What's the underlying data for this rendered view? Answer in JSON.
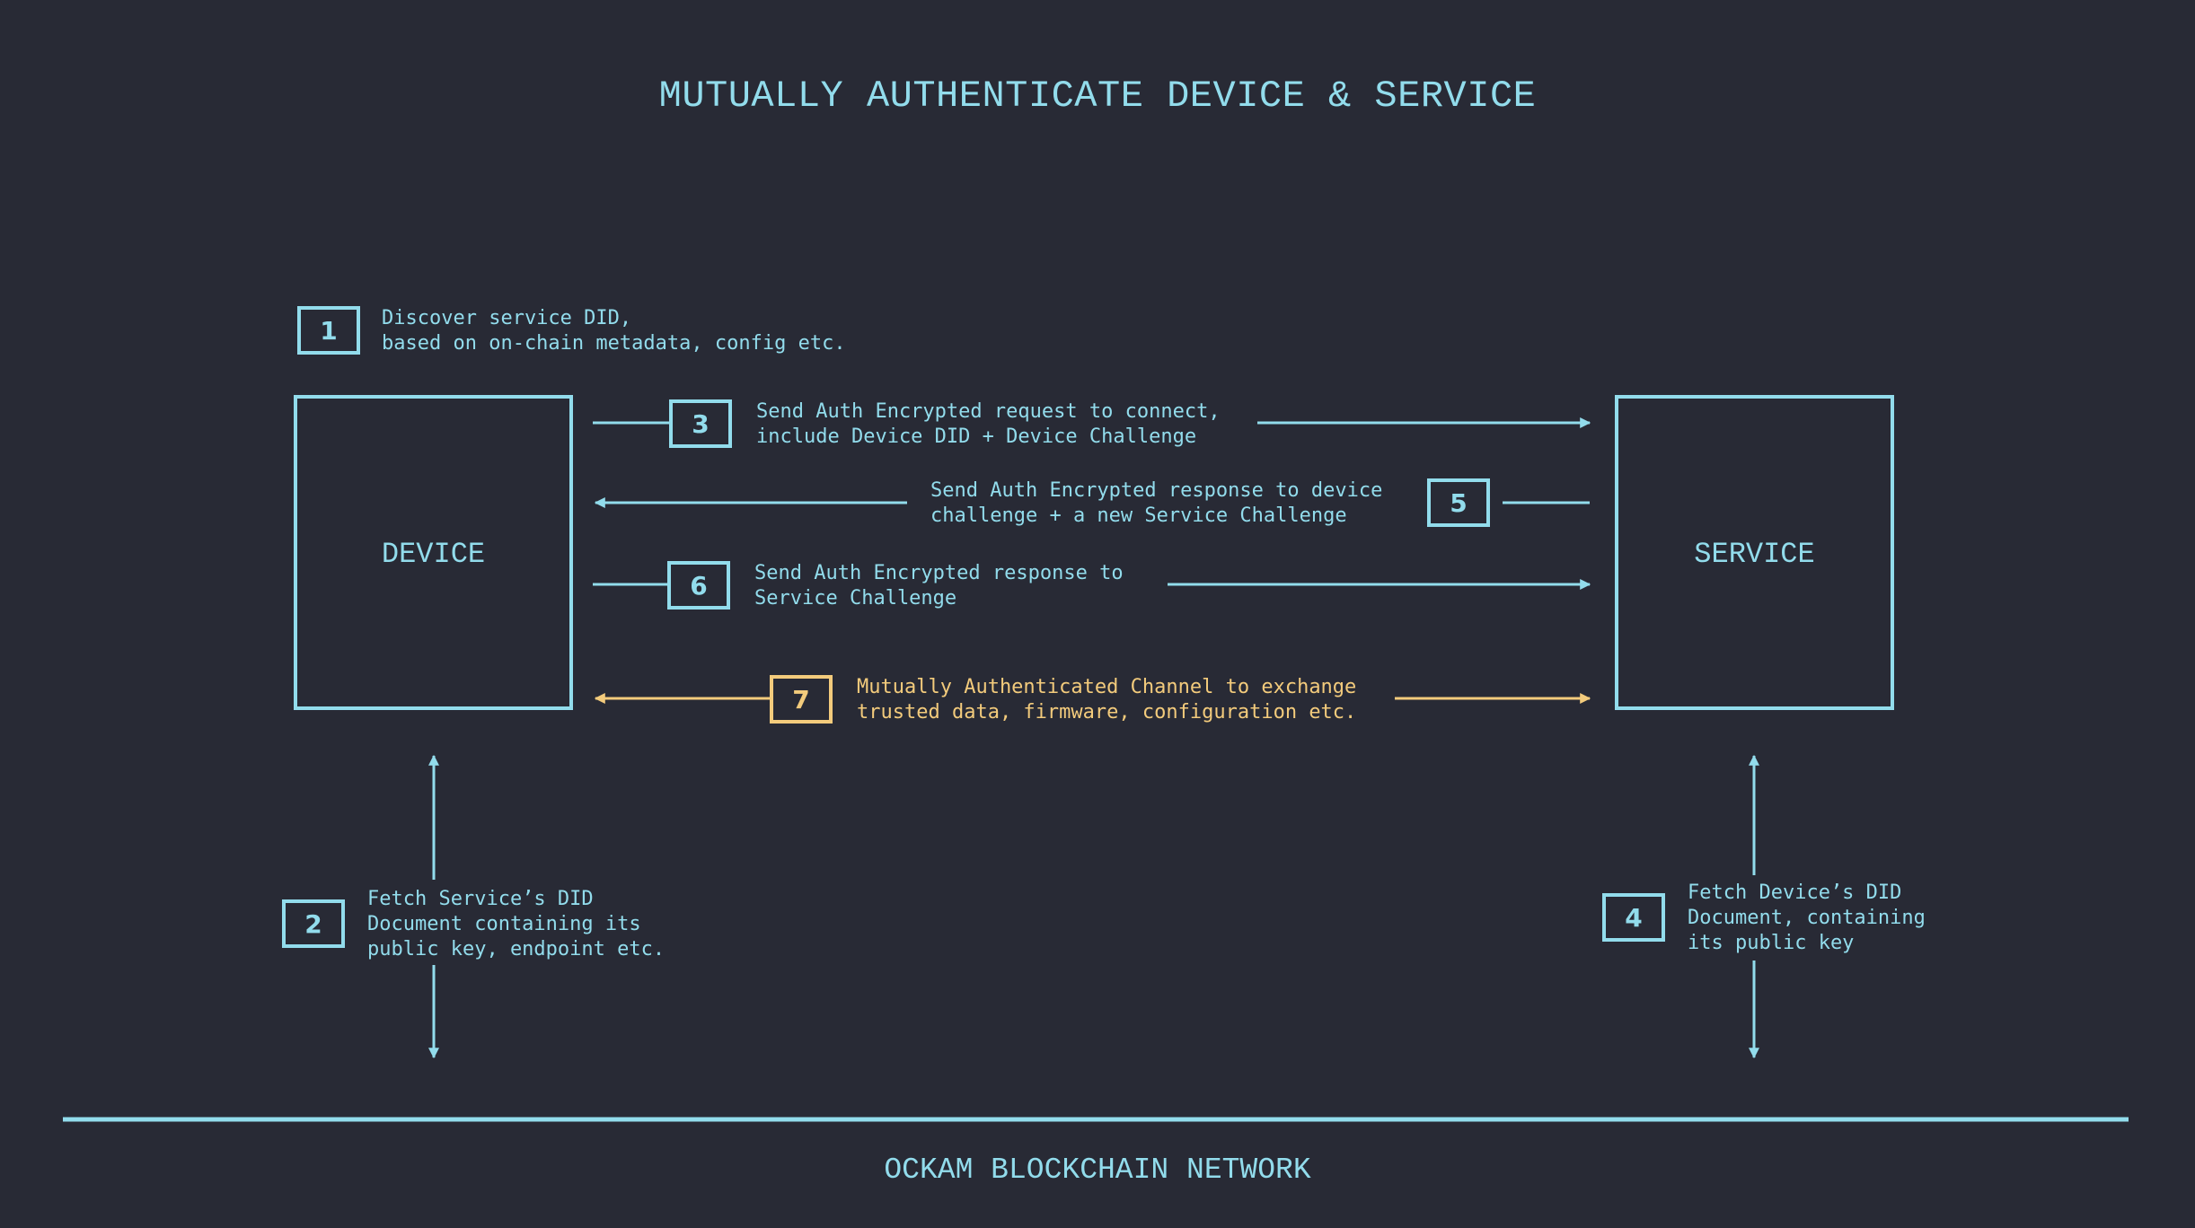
{
  "title": "MUTUALLY AUTHENTICATE DEVICE & SERVICE",
  "device_label": "DEVICE",
  "service_label": "SERVICE",
  "network_label": "OCKAM BLOCKCHAIN NETWORK",
  "steps": {
    "s1": {
      "num": "1",
      "text": "Discover service DID,\nbased on on-chain metadata, config etc."
    },
    "s2": {
      "num": "2",
      "text": "Fetch Service’s DID\nDocument containing its\npublic key, endpoint etc."
    },
    "s3": {
      "num": "3",
      "text": "Send Auth Encrypted request to connect,\ninclude Device DID + Device Challenge"
    },
    "s4": {
      "num": "4",
      "text": "Fetch Device’s DID\nDocument, containing\nits public key"
    },
    "s5": {
      "num": "5",
      "text": "Send Auth Encrypted response to device\nchallenge + a new Service Challenge"
    },
    "s6": {
      "num": "6",
      "text": "Send Auth Encrypted response to\nService Challenge"
    },
    "s7": {
      "num": "7",
      "text": "Mutually Authenticated Channel to exchange\ntrusted data, firmware, configuration etc."
    }
  },
  "colors": {
    "background": "#282a35",
    "primary": "#92dcec",
    "highlight": "#f3cb7c"
  }
}
